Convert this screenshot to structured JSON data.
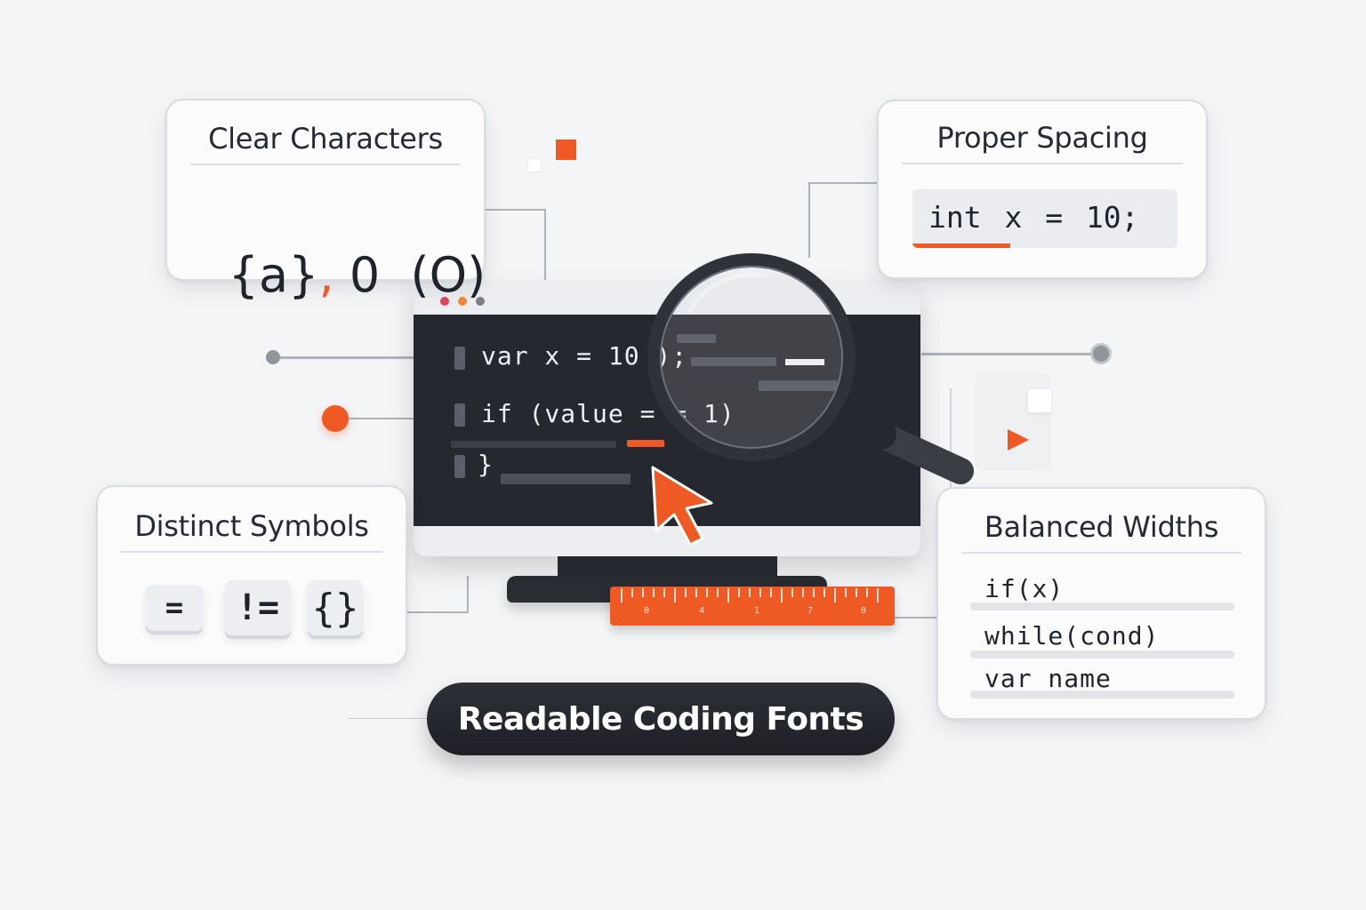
{
  "cards": {
    "clear_characters": {
      "title": "Clear Characters",
      "sample_a": "{a}",
      "sample_comma": ",",
      "sample_b": "0",
      "sample_c": "(O)"
    },
    "proper_spacing": {
      "title": "Proper Spacing",
      "code": "int x = 10;"
    },
    "distinct_symbols": {
      "title": "Distinct Symbols",
      "keys": [
        "=",
        "!=",
        "{}"
      ]
    },
    "balanced_widths": {
      "title": "Balanced Widths",
      "lines": [
        "if(x)",
        "while(cond)",
        "var_name"
      ]
    }
  },
  "editor": {
    "lines": [
      "var x = 10 );",
      "if (value = = 1)",
      "}"
    ]
  },
  "ruler": {
    "labels": [
      "0",
      "4",
      "1",
      "7",
      "0"
    ]
  },
  "banner": {
    "label": "Readable Coding Fonts"
  },
  "colors": {
    "accent": "#ef5a24",
    "dark": "#25282e",
    "card_bg": "#fbfbfc",
    "background": "#f4f5f7"
  },
  "icons": {
    "magnifier": "magnifier-icon",
    "cursor": "cursor-arrow-icon",
    "play": "play-triangle-icon"
  }
}
